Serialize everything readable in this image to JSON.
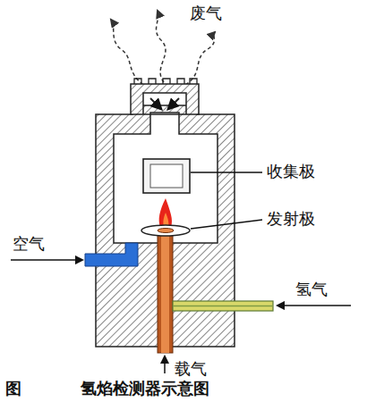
{
  "diagram": {
    "caption": "图 氢焰检测器示意图",
    "labels": [
      "废气",
      "收集极",
      "发射极",
      "空气",
      "氢气",
      "载气"
    ]
  }
}
